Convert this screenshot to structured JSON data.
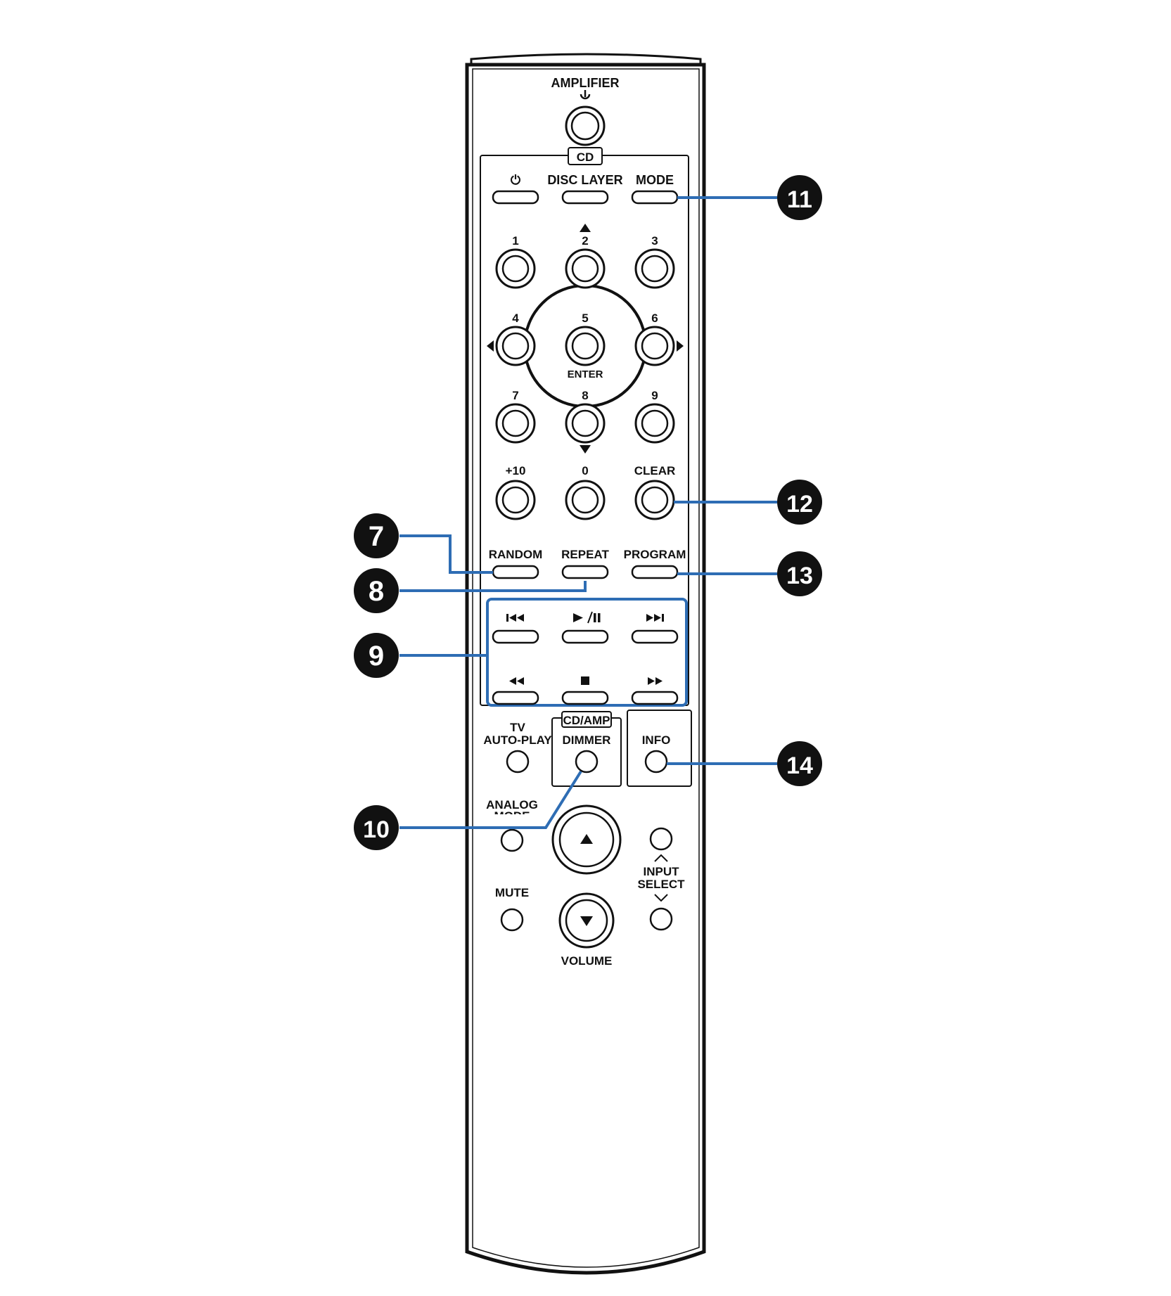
{
  "remote": {
    "amplifier_label": "AMPLIFIER",
    "cd_section_label": "CD",
    "top_row": [
      {
        "label": "⏻",
        "icon": "power-icon"
      },
      {
        "label": "DISC LAYER"
      },
      {
        "label": "MODE"
      }
    ],
    "numpad": [
      "1",
      "2",
      "3",
      "4",
      "5",
      "6",
      "7",
      "8",
      "9",
      "+10",
      "0",
      "CLEAR"
    ],
    "enter_label": "ENTER",
    "play_row_top": [
      "RANDOM",
      "REPEAT",
      "PROGRAM"
    ],
    "transport_top": [
      {
        "icon": "skip-back-icon"
      },
      {
        "icon": "play-pause-icon"
      },
      {
        "icon": "skip-forward-icon"
      }
    ],
    "transport_bottom": [
      {
        "icon": "rewind-icon"
      },
      {
        "icon": "stop-icon"
      },
      {
        "icon": "fast-forward-icon"
      }
    ],
    "tv_autoplay_label": [
      "TV",
      "AUTO-PLAY"
    ],
    "cdamp_label": "CD/AMP",
    "dimmer_label": "DIMMER",
    "info_label": "INFO",
    "analog_mode_label": [
      "ANALOG",
      "MODE"
    ],
    "mute_label": "MUTE",
    "volume_label": "VOLUME",
    "input_select_label": [
      "INPUT",
      "SELECT"
    ]
  },
  "callouts": [
    "7",
    "8",
    "9",
    "10",
    "11",
    "12",
    "13",
    "14"
  ],
  "colors": {
    "callout_line": "#2e6db4",
    "callout_badge": "#111111",
    "outline": "#111111"
  }
}
